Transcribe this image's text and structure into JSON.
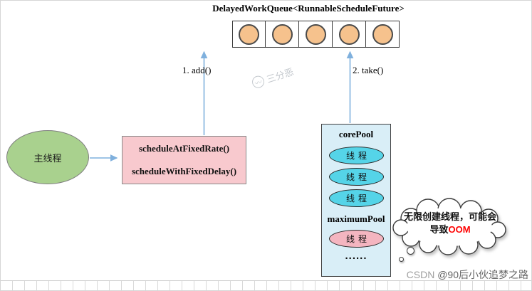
{
  "diagram": {
    "title": "DelayedWorkQueue<RunnableScheduleFuture>",
    "step_add": "1. add()",
    "step_take": "2. take()",
    "main_thread_label": "主线程",
    "schedule_methods": {
      "line1": "scheduleAtFixedRate()",
      "line2": "scheduleWithFixedDelay()"
    },
    "pool": {
      "core_label": "corePool",
      "core_threads": [
        "线程",
        "线程",
        "线程"
      ],
      "maximum_label": "maximumPool",
      "maximum_threads": [
        "线程"
      ],
      "more": "......"
    },
    "cloud_note": {
      "line1": "无限创建线程，可能会",
      "line2_prefix": "导致",
      "line2_highlight": "OOM"
    }
  },
  "watermarks": {
    "center_logo": "三分恶",
    "bottom_brand": "CSDN ",
    "bottom_handle": "@90后小伙追梦之路"
  },
  "colors": {
    "queue_circle": "#f6c28d",
    "main_thread_fill": "#a9d18e",
    "schedule_box_fill": "#f8c9ce",
    "pool_fill": "#d9eef7",
    "core_thread_fill": "#55d4e8",
    "max_thread_fill": "#f4b5c0",
    "arrow": "#7fb0dd",
    "oom_text": "#ff0000"
  }
}
